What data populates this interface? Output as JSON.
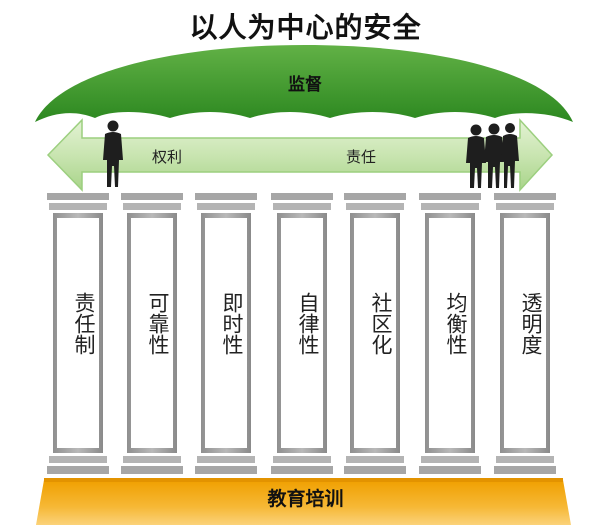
{
  "title": "以人为中心的安全",
  "canopy": {
    "label": "监督"
  },
  "arrow": {
    "left_label": "权利",
    "right_label": "责任"
  },
  "pillars": [
    {
      "label": "责任制"
    },
    {
      "label": "可靠性"
    },
    {
      "label": "即时性"
    },
    {
      "label": "自律性"
    },
    {
      "label": "社区化"
    },
    {
      "label": "均衡性"
    },
    {
      "label": "透明度"
    }
  ],
  "base": {
    "label": "教育培训"
  },
  "colors": {
    "canopy_top": "#5fae3f",
    "canopy_bottom": "#2f8a22",
    "arrow_fill": "#cfe8b9",
    "arrow_edge": "#8cc56e",
    "pillar_gray": "#9a9a9a",
    "pillar_light": "#c8c8c8",
    "base_top": "#f2a300",
    "base_bottom": "#f7c04a",
    "people": "#1e1e1e"
  }
}
